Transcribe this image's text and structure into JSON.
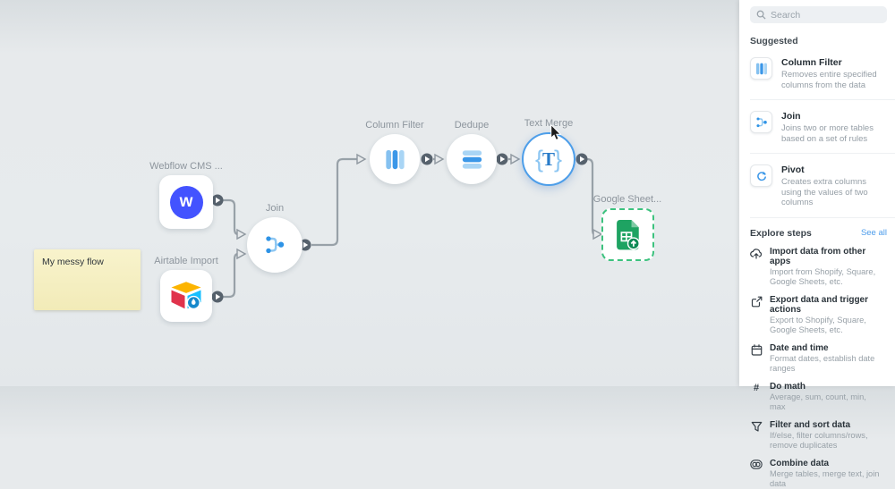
{
  "canvas": {
    "sticky_note": {
      "text": "My messy flow"
    },
    "nodes": [
      {
        "id": "webflow",
        "label": "Webflow CMS ...",
        "icon": "webflow-logo",
        "icon_letter": "w"
      },
      {
        "id": "airtable",
        "label": "Airtable Import",
        "icon": "airtable-logo"
      },
      {
        "id": "join",
        "label": "Join",
        "icon": "join-icon"
      },
      {
        "id": "column_filter",
        "label": "Column Filter",
        "icon": "column-filter-icon"
      },
      {
        "id": "dedupe",
        "label": "Dedupe",
        "icon": "dedupe-icon"
      },
      {
        "id": "text_merge",
        "label": "Text Merge",
        "icon": "text-merge-icon",
        "selected": true,
        "icon_text": {
          "open": "{",
          "letter": "T",
          "close": "}"
        }
      },
      {
        "id": "google_sheet",
        "label": "Google Sheet...",
        "icon": "google-sheets-logo"
      }
    ]
  },
  "sidebar": {
    "search": {
      "placeholder": "Search"
    },
    "suggested": {
      "title": "Suggested",
      "items": [
        {
          "title": "Column Filter",
          "description": "Removes entire specified columns from the data",
          "icon": "column-filter-icon"
        },
        {
          "title": "Join",
          "description": "Joins two or more tables based on a set of rules",
          "icon": "join-icon"
        },
        {
          "title": "Pivot",
          "description": "Creates extra columns using the values of two columns",
          "icon": "pivot-icon"
        }
      ]
    },
    "explore": {
      "title": "Explore steps",
      "see_all": "See all",
      "items": [
        {
          "title": "Import data from other apps",
          "description": "Import from Shopify, Square, Google Sheets, etc.",
          "icon": "cloud-import-icon"
        },
        {
          "title": "Export data and trigger actions",
          "description": "Export to Shopify, Square, Google Sheets, etc.",
          "icon": "export-icon"
        },
        {
          "title": "Date and time",
          "description": "Format dates, establish date ranges",
          "icon": "calendar-icon"
        },
        {
          "title": "Do math",
          "description": "Average, sum, count, min, max",
          "icon": "hash-icon",
          "icon_glyph": "#"
        },
        {
          "title": "Filter and sort data",
          "description": "If/else, filter columns/rows, remove duplicates",
          "icon": "funnel-icon"
        },
        {
          "title": "Combine data",
          "description": "Merge tables, merge text, join data",
          "icon": "combine-icon"
        }
      ]
    }
  },
  "colors": {
    "accent_blue": "#3b97e8",
    "light_blue": "#a9d5f5",
    "selected_ring_blue": "#4d9ee9",
    "link_blue": "#4c9ceb",
    "webflow_purple": "#4353ff",
    "sheets_green": "#1ea362",
    "dashed_border_green": "#3cc27e",
    "note_yellow": "#f5efc2",
    "edge_gray": "#98a1a8"
  }
}
